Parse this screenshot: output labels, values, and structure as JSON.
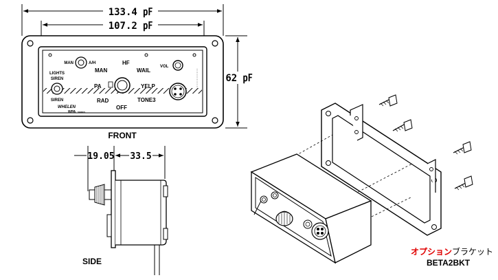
{
  "dimensions": {
    "overall_width": "133.4 ㎊",
    "cutout_width": "107.2 ㎊",
    "height": "62 ㎊",
    "knob_depth": "19.05",
    "body_depth": "33.5"
  },
  "front_panel": {
    "man_ah_left": "MAN",
    "man_ah_right": "A/H",
    "hf": "HF",
    "man": "MAN",
    "wail": "WAIL",
    "vol": "VOL",
    "lights_siren_1": "LIGHTS",
    "lights_siren_2": "SIREN",
    "pa": "PA",
    "yelp": "YELP",
    "siren": "SIREN",
    "rad": "RAD",
    "tone3": "TONE3",
    "off": "OFF",
    "brand": "WHELEN",
    "model": "WPA",
    "model_suffix": "SERIES"
  },
  "views": {
    "front": "FRONT",
    "side": "SIDE"
  },
  "option": {
    "prefix": "オプション",
    "name": "ブラケット",
    "part": "BETA2BKT"
  }
}
